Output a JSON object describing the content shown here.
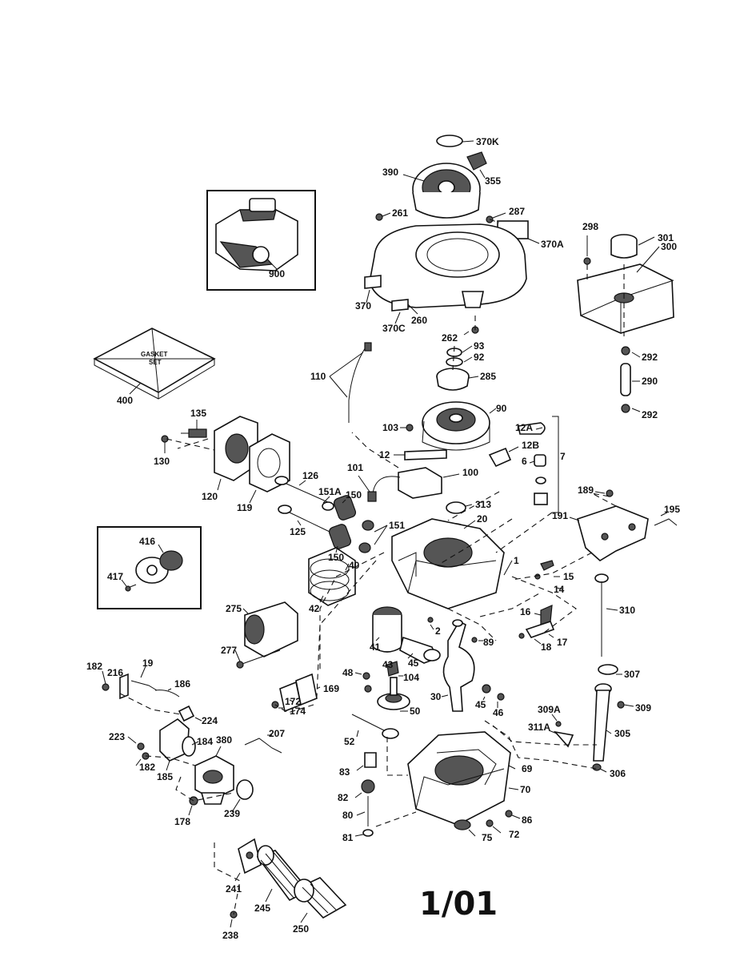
{
  "labels": {
    "p370K": "370K",
    "p390": "390",
    "p355": "355",
    "p261": "261",
    "p287": "287",
    "p370A": "370A",
    "p298": "298",
    "p301": "301",
    "p300": "300",
    "p900": "900",
    "p370": "370",
    "p260": "260",
    "p370C": "370C",
    "p262": "262",
    "p93": "93",
    "p92": "92",
    "p285": "285",
    "p292a": "292",
    "p290": "290",
    "p292b": "292",
    "p110": "110",
    "p400": "400",
    "p90": "90",
    "p103": "103",
    "p12A": "12A",
    "p12B": "12B",
    "p12": "12",
    "p7": "7",
    "p6": "6",
    "p135": "135",
    "p130": "130",
    "p120": "120",
    "p119": "119",
    "p126": "126",
    "p101": "101",
    "p100": "100",
    "p151A": "151A",
    "p150a": "150",
    "p125": "125",
    "p151": "151",
    "p150b": "150",
    "p313": "313",
    "p20": "20",
    "p189": "189",
    "p191": "191",
    "p195": "195",
    "p416": "416",
    "p417": "417",
    "p40": "40",
    "p1": "1",
    "p15": "15",
    "p14": "14",
    "p42": "42",
    "p275": "275",
    "p16": "16",
    "p17": "17",
    "p18": "18",
    "p310": "310",
    "p2": "2",
    "p89": "89",
    "p41": "41",
    "p45a": "45",
    "p277": "277",
    "p43": "43",
    "p104": "104",
    "p182a": "182",
    "p216": "216",
    "p19": "19",
    "p186": "186",
    "p48": "48",
    "p307": "307",
    "p169": "169",
    "p30": "30",
    "p45b": "45",
    "p46": "46",
    "p172": "172",
    "p174": "174",
    "p224": "224",
    "p50": "50",
    "p309": "309",
    "p309A": "309A",
    "p207": "207",
    "p311A": "311A",
    "p223": "223",
    "p184": "184",
    "p380": "380",
    "p52": "52",
    "p305": "305",
    "p182b": "182",
    "p185": "185",
    "p83": "83",
    "p69": "69",
    "p306": "306",
    "p82": "82",
    "p70": "70",
    "p178": "178",
    "p239": "239",
    "p80": "80",
    "p86": "86",
    "p75": "75",
    "p72": "72",
    "p81": "81",
    "p241": "241",
    "p245": "245",
    "p238": "238",
    "p250": "250"
  },
  "gasket_text": "GASKET\nSET",
  "date_code": "1/01"
}
